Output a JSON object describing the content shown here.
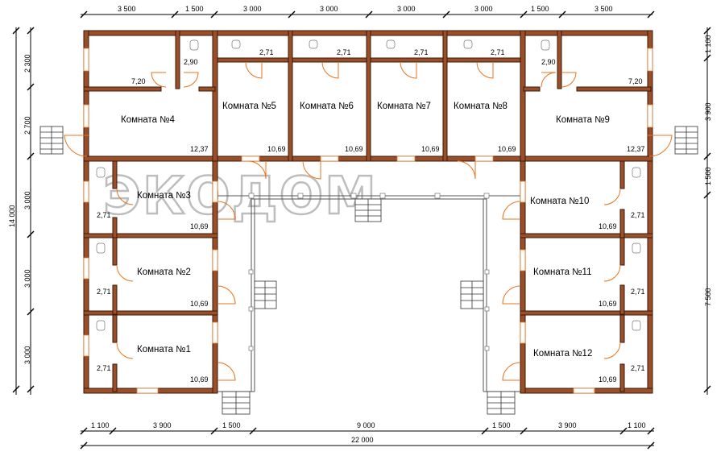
{
  "dimensions": {
    "top": [
      "3 500",
      "1 500",
      "3 000",
      "3 000",
      "3 000",
      "3 000",
      "1 500",
      "3 500"
    ],
    "bottom": [
      "1 100",
      "3 900",
      "1 500",
      "9 000",
      "1 500",
      "3 900",
      "1 100"
    ],
    "bottom_total": "22 000",
    "left_inner": [
      "2 300",
      "2 700",
      "3 000",
      "3 000",
      "3 000"
    ],
    "left_total": "14 000",
    "right_inner": [
      "1 100",
      "3 900",
      "1 500"
    ],
    "right_lower": "7 500"
  },
  "rooms": [
    {
      "label": "Комната №1",
      "area": "10,69",
      "bath": "2,71"
    },
    {
      "label": "Комната №2",
      "area": "10,69",
      "bath": "2,71"
    },
    {
      "label": "Комната №3",
      "area": "10,69",
      "bath": "2,71"
    },
    {
      "label": "Комната №4",
      "area": "12,37",
      "bath": "2,90",
      "extra": "7,20"
    },
    {
      "label": "Комната №5",
      "area": "10,69",
      "bath": "2,71"
    },
    {
      "label": "Комната №6",
      "area": "10,69",
      "bath": "2,71"
    },
    {
      "label": "Комната №7",
      "area": "10,69",
      "bath": "2,71"
    },
    {
      "label": "Комната №8",
      "area": "10,69",
      "bath": "2,71"
    },
    {
      "label": "Комната №9",
      "area": "12,37",
      "bath": "2,90",
      "extra": "7,20"
    },
    {
      "label": "Комната №10",
      "area": "10,69",
      "bath": "2,71"
    },
    {
      "label": "Комната №11",
      "area": "10,69",
      "bath": "2,71"
    },
    {
      "label": "Комната №12",
      "area": "10,69",
      "bath": "2,71"
    }
  ],
  "watermark": "ЭКОДОМ",
  "colors": {
    "wall": "#9a4f2a",
    "door": "#e9731c",
    "dimension": "#000000",
    "watermark": "#bdbdbd"
  }
}
